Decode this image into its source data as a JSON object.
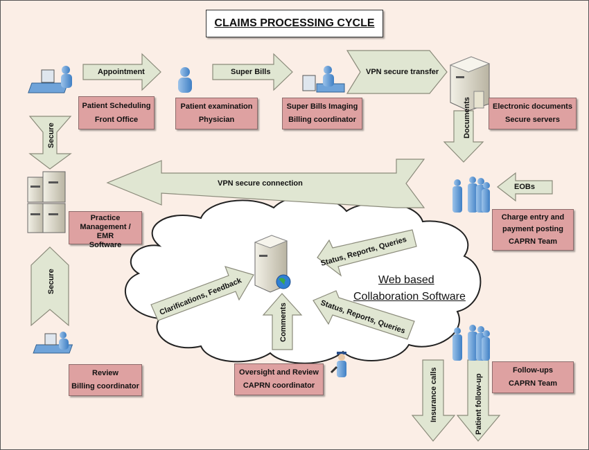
{
  "title": "CLAIMS PROCESSING CYCLE",
  "colors": {
    "background": "#fbeee6",
    "arrow_fill": "#e0e6d2",
    "arrow_stroke": "#8a8a7a",
    "node_fill": "#dea1a1",
    "cloud_fill": "#ffffff"
  },
  "nodes": {
    "patient_scheduling": [
      "Patient Scheduling",
      "Front Office"
    ],
    "patient_examination": [
      "Patient examination",
      "Physician"
    ],
    "super_bills_imaging": [
      "Super Bills Imaging",
      "Billing coordinator"
    ],
    "electronic_documents": [
      "Electronic documents",
      "Secure servers"
    ],
    "charge_entry": [
      "Charge entry and",
      "payment posting",
      "CAPRN Team"
    ],
    "practice_management": [
      "Practice",
      "Management / EMR",
      "Software"
    ],
    "review": [
      "Review",
      "Billing coordinator"
    ],
    "oversight_review": [
      "Oversight and Review",
      "CAPRN coordinator"
    ],
    "follow_ups": [
      "Follow-ups",
      "CAPRN Team"
    ]
  },
  "arrows": {
    "appointment": "Appointment",
    "super_bills": "Super Bills",
    "vpn_transfer": "VPN secure transfer",
    "documents": "Documents",
    "eobs": "EOBs",
    "vpn_connection": "VPN secure connection",
    "secure_top": "Secure",
    "secure_bottom": "Secure",
    "status_upper": "Status, Reports, Queries",
    "status_lower": "Status, Reports, Queries",
    "clarifications": "Clarifications, Feedback",
    "comments": "Comments",
    "insurance_calls": "Insurance calls",
    "patient_followup": "Patient follow-up"
  },
  "cloud": {
    "line1": "Web based",
    "line2": "Collaboration Software"
  },
  "icons": [
    "desk-computer-user-icon",
    "person-icon",
    "server-icon",
    "team-icon",
    "security-guard-icon",
    "globe-icon"
  ]
}
